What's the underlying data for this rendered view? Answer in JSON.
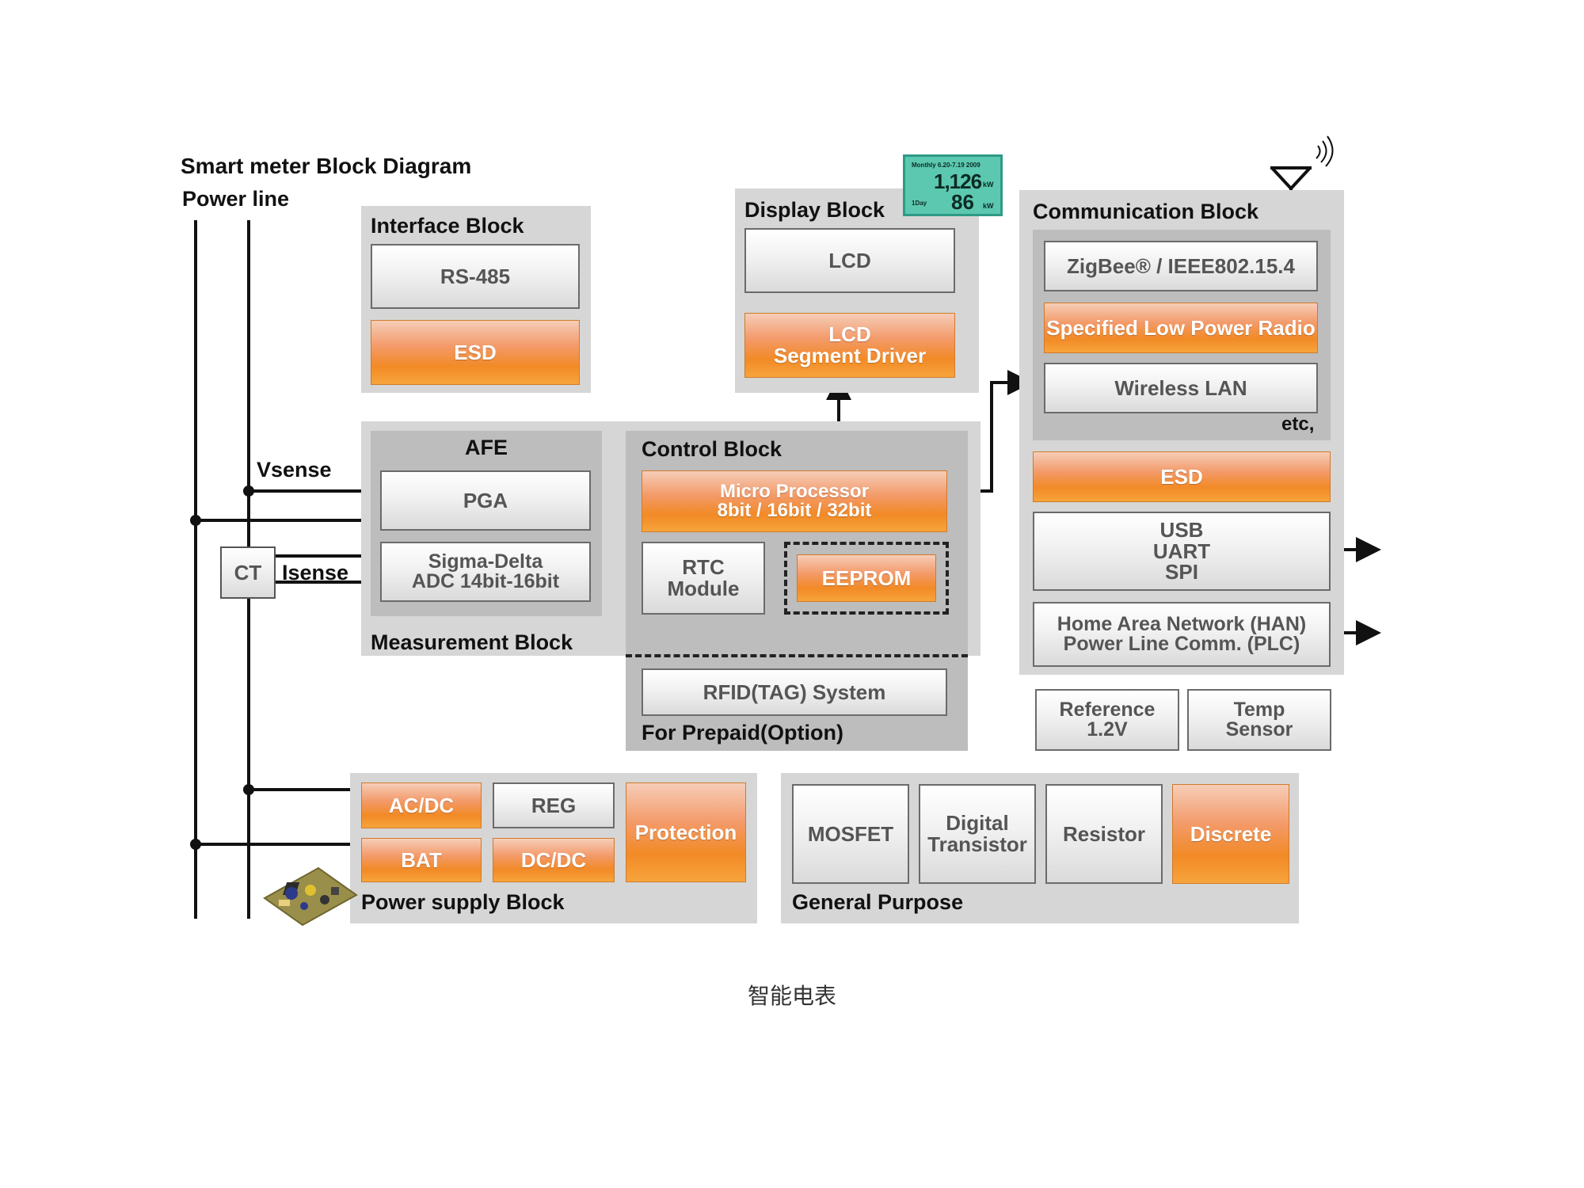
{
  "title": "Smart meter Block Diagram",
  "power_line_label": "Power line",
  "vsense_label": "Vsense",
  "isense_label": "Isense",
  "ct_label": "CT",
  "interface_block": {
    "title": "Interface Block",
    "rs485": "RS-485",
    "esd": "ESD"
  },
  "display_block": {
    "title": "Display Block",
    "lcd": "LCD",
    "segment_driver": "LCD\nSegment Driver"
  },
  "lcd_panel": {
    "line1": "Monthly 6.20-7.19 2009",
    "value1": "1,126",
    "unit1": "kW",
    "line2": "1Day",
    "value2": "86",
    "unit2": "kW"
  },
  "communication_block": {
    "title": "Communication Block",
    "zigbee": "ZigBee® / IEEE802.15.4",
    "low_power_radio": "Specified Low Power Radio",
    "wireless_lan": "Wireless LAN",
    "etc": "etc,",
    "esd": "ESD",
    "usb_uart_spi": "USB\nUART\nSPI",
    "han_plc": "Home Area Network (HAN)\nPower Line Comm. (PLC)"
  },
  "measurement_block": {
    "title": "Measurement Block",
    "afe": "AFE",
    "pga": "PGA",
    "adc": "Sigma-Delta\nADC 14bit-16bit"
  },
  "control_block": {
    "title": "Control Block",
    "micro_processor": "Micro Processor\n8bit / 16bit / 32bit",
    "rtc": "RTC\nModule",
    "eeprom": "EEPROM"
  },
  "prepaid": {
    "rfid": "RFID(TAG) System",
    "title": "For Prepaid(Option)"
  },
  "reference": "Reference\n1.2V",
  "temp_sensor": "Temp\nSensor",
  "power_supply_block": {
    "title": "Power supply Block",
    "acdc": "AC/DC",
    "reg": "REG",
    "protection": "Protection",
    "bat": "BAT",
    "dcdc": "DC/DC"
  },
  "general_purpose": {
    "title": "General Purpose",
    "mosfet": "MOSFET",
    "digital_transistor": "Digital\nTransistor",
    "resistor": "Resistor",
    "discrete": "Discrete"
  },
  "caption": "智能电表",
  "colors": {
    "orange": "#f28a26",
    "panel_gray": "#d6d6d6",
    "sub_gray": "#bdbdbd",
    "lcd_green": "#5cc8b0"
  }
}
